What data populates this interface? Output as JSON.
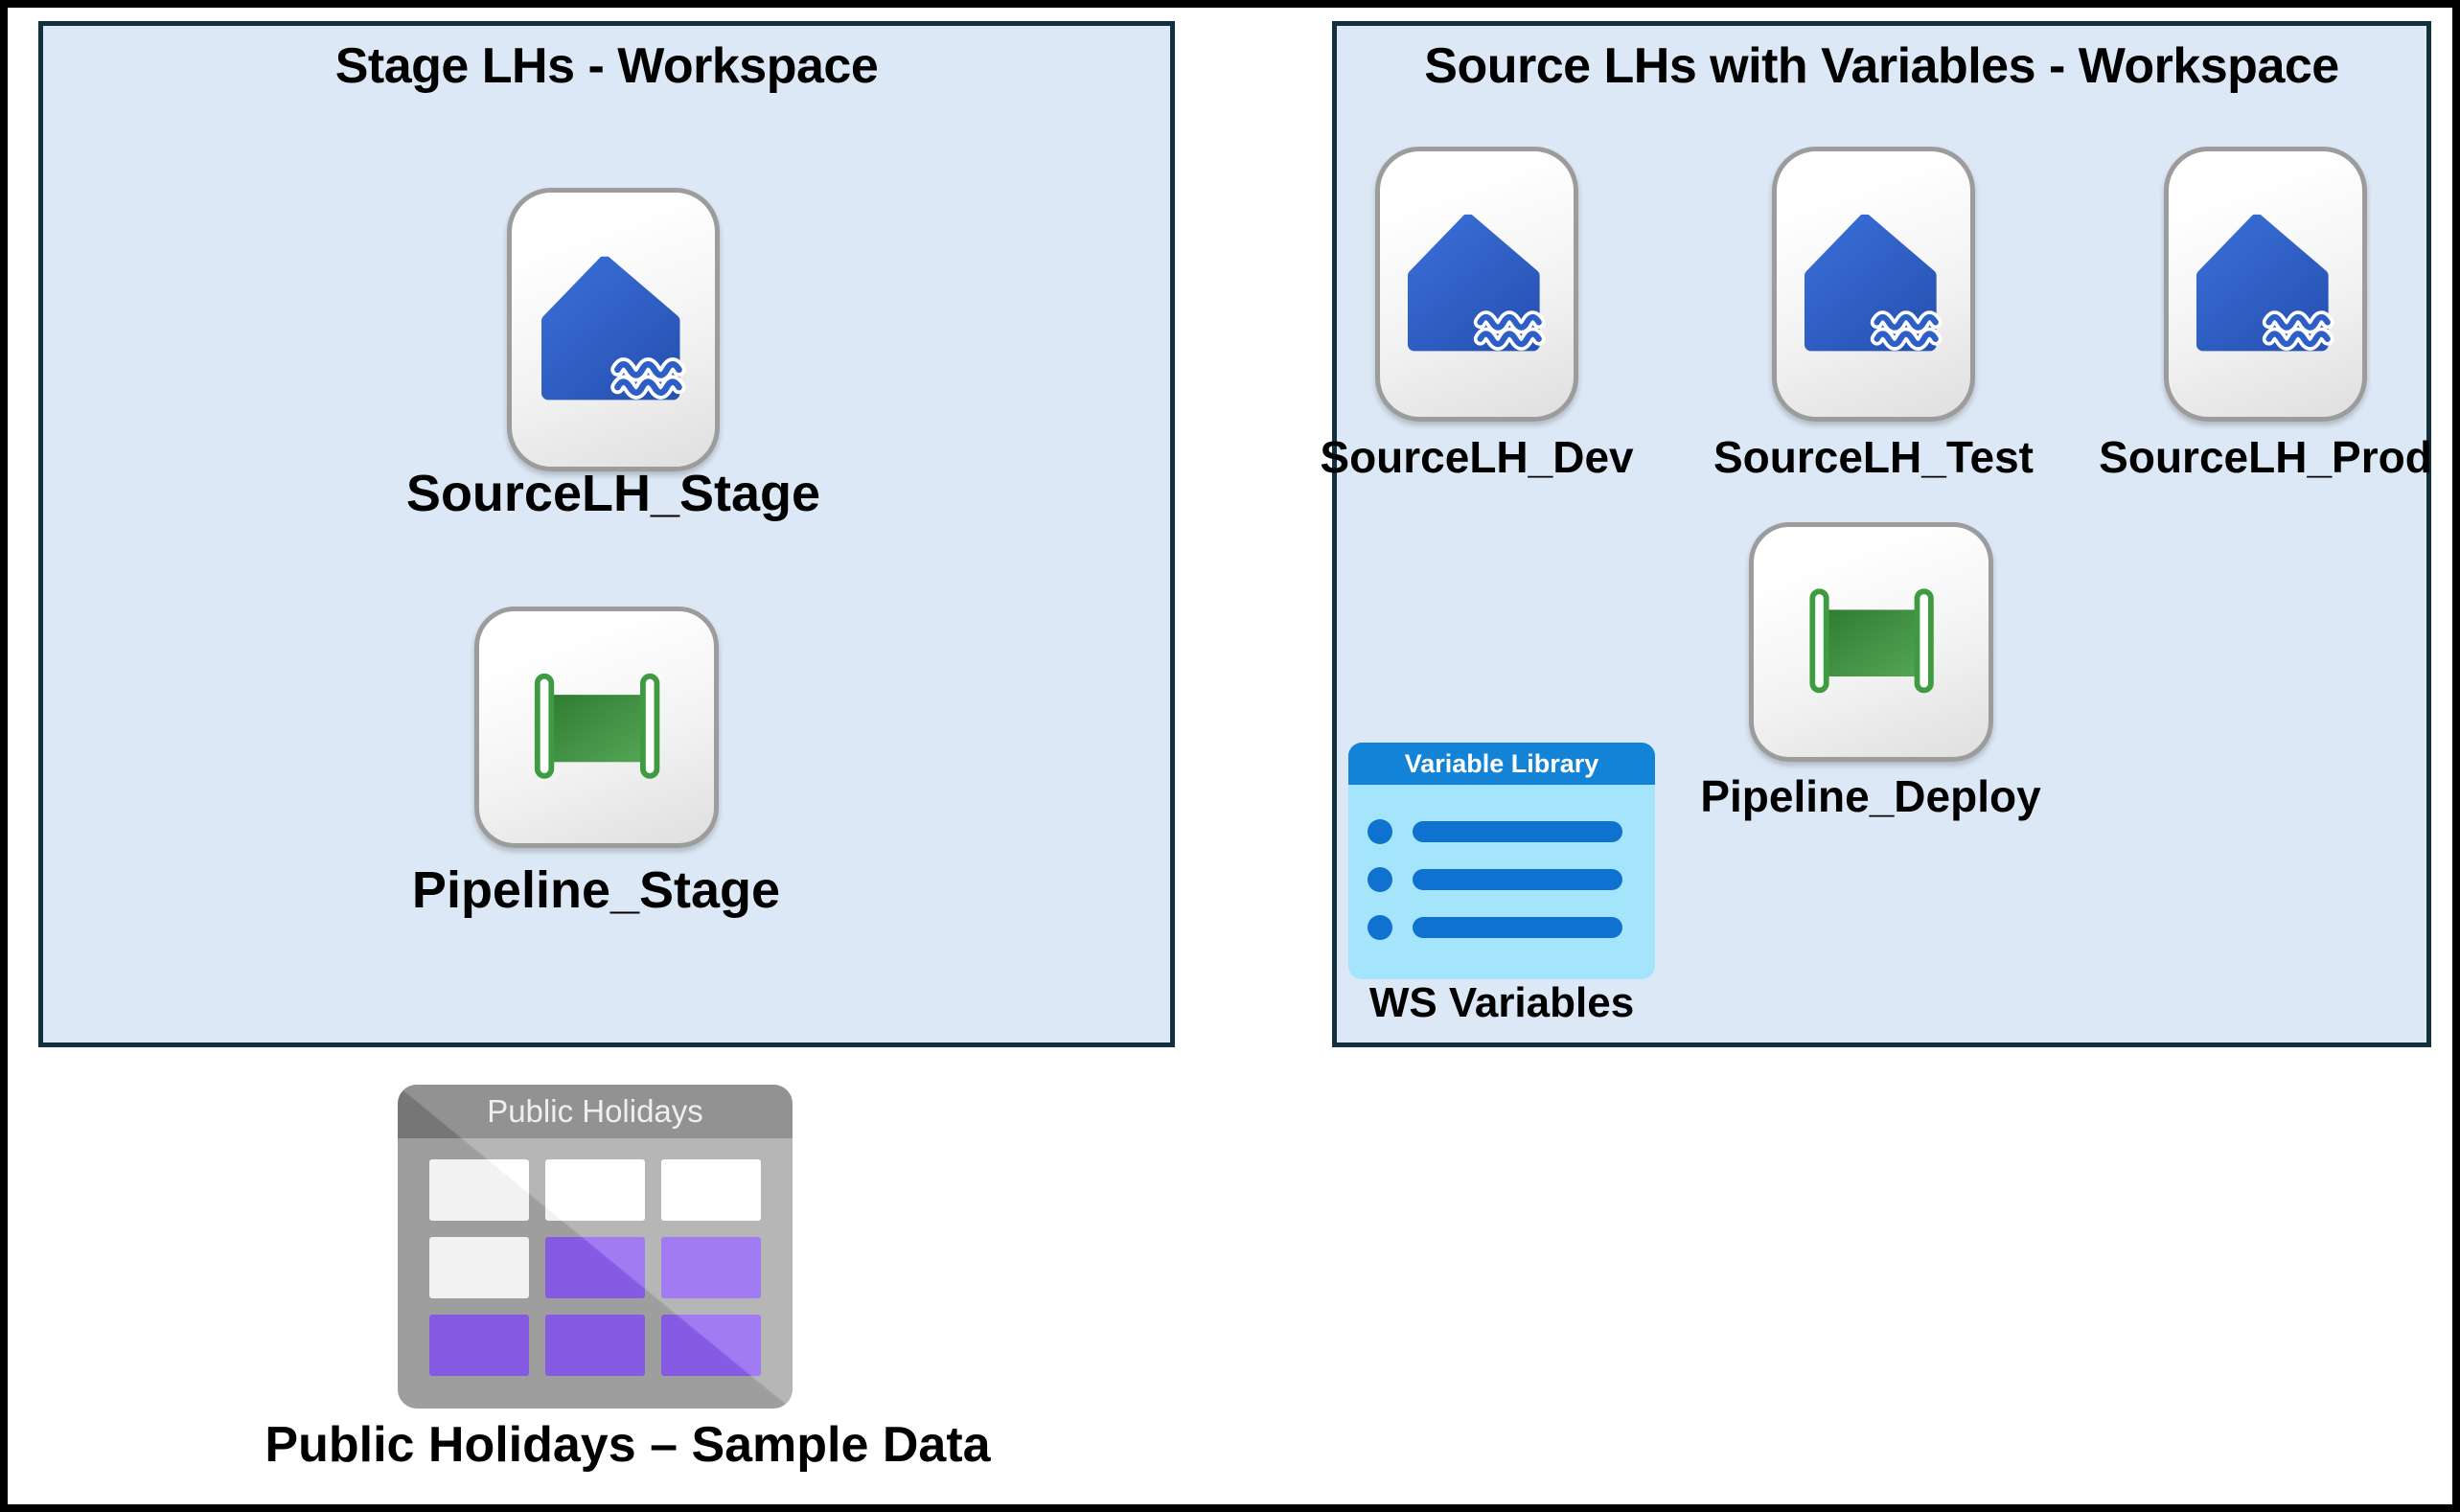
{
  "diagram": {
    "workspaces": [
      {
        "title": "Stage LHs - Workspace",
        "items": [
          {
            "type": "lakehouse",
            "label": "SourceLH_Stage"
          },
          {
            "type": "pipeline",
            "label": "Pipeline_Stage"
          }
        ]
      },
      {
        "title": "Source LHs with Variables - Workspace",
        "items": [
          {
            "type": "lakehouse",
            "label": "SourceLH_Dev"
          },
          {
            "type": "lakehouse",
            "label": "SourceLH_Test"
          },
          {
            "type": "lakehouse",
            "label": "SourceLH_Prod"
          },
          {
            "type": "pipeline",
            "label": "Pipeline_Deploy"
          },
          {
            "type": "variable-library",
            "header": "Variable Library",
            "label": "WS Variables"
          }
        ]
      }
    ],
    "standalone": {
      "type": "sample-data-table",
      "header": "Public Holidays",
      "label": "Public Holidays – Sample Data"
    }
  },
  "colors": {
    "workspace_fill": "#dce8f5",
    "workspace_border": "#13303f",
    "lakehouse_blue": "#2e5fc7",
    "pipeline_green": "#3f9140",
    "variable_library_header": "#1283d6",
    "variable_library_body": "#a5e5fb",
    "variable_library_bar": "#0f72d0",
    "table_header_gray": "#7c7c7c",
    "table_body_gray": "#a7a7a7",
    "table_cell_purple": "#8d60f0",
    "tile_border": "#9c9c9c"
  }
}
